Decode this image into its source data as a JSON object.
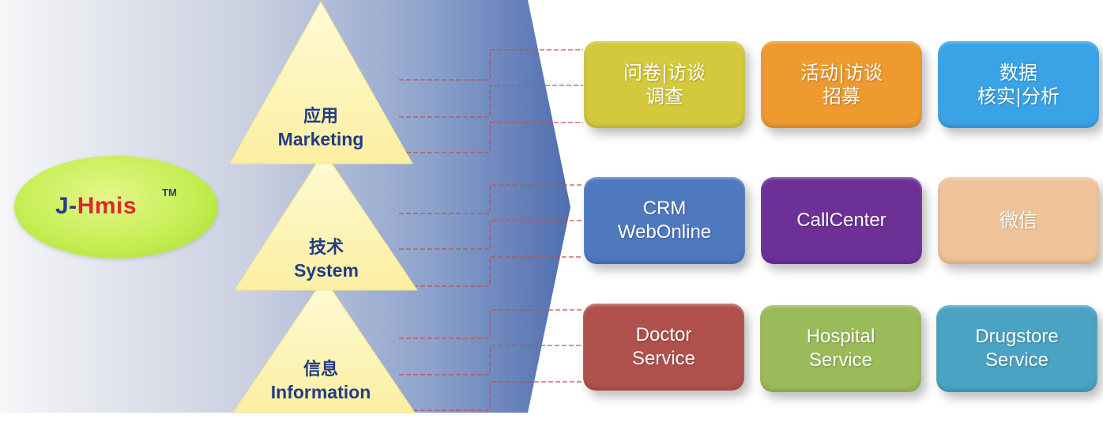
{
  "logo": {
    "brand_prefix": "J-",
    "brand_main": "Hmis",
    "tm": "TM"
  },
  "tiers": [
    {
      "zh": "应用",
      "en": "Marketing"
    },
    {
      "zh": "技术",
      "en": "System"
    },
    {
      "zh": "信息",
      "en": "Information"
    }
  ],
  "tiles": [
    {
      "line1": "问卷|访谈",
      "line2": "调查",
      "color": "#d4c93c"
    },
    {
      "line1": "活动|访谈",
      "line2": "招募",
      "color": "#ef9a2e"
    },
    {
      "line1": "数据",
      "line2": "核实|分析",
      "color": "#3aa3e6"
    },
    {
      "line1": "CRM",
      "line2": "WebOnline",
      "color": "#4f79bf"
    },
    {
      "line1": "CallCenter",
      "line2": "",
      "color": "#6c3097"
    },
    {
      "line1": "微信",
      "line2": "",
      "color": "#f0c49a"
    },
    {
      "line1": "Doctor",
      "line2": "Service",
      "color": "#b0514e"
    },
    {
      "line1": "Hospital",
      "line2": "Service",
      "color": "#9bbb5a"
    },
    {
      "line1": "Drugstore",
      "line2": "Service",
      "color": "#4aa3c2"
    }
  ],
  "colors": {
    "tier_text": "#233b86",
    "connector": "#c0504d",
    "panel_blue": "#4f6eb0",
    "triangle": "#fff5b3"
  }
}
